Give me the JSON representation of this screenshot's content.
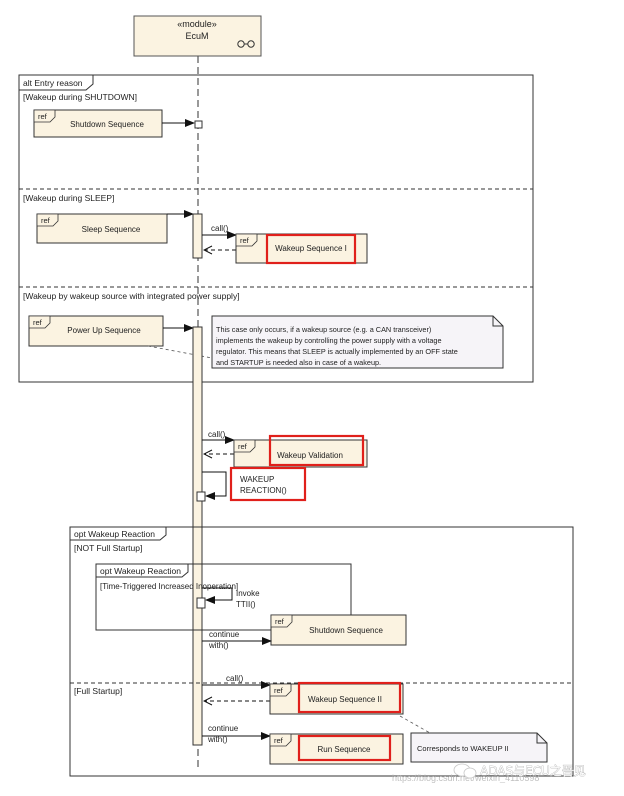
{
  "module": {
    "stereotype": "«module»",
    "name": "EcuM"
  },
  "alt_frame": {
    "label": "alt Entry reason",
    "guards": [
      "[Wakeup during SHUTDOWN]",
      "[Wakeup during SLEEP]",
      "[Wakeup by wakeup source with integrated power supply]"
    ]
  },
  "refs": {
    "keyword": "ref",
    "shutdown_seq": "Shutdown Sequence",
    "sleep_seq": "Sleep Sequence",
    "wakeup_seq_1": "Wakeup Sequence I",
    "power_up_seq": "Power Up Sequence",
    "wakeup_validation": "Wakeup Validation",
    "shutdown_seq_2": "Shutdown Sequence",
    "wakeup_seq_2": "Wakeup Sequence II",
    "run_seq": "Run Sequence"
  },
  "note_power": [
    "This case only occurs, if a wakeup source (e.g. a CAN transceiver)",
    "implements the wakeup by controlling the power supply with a voltage",
    "regulator. This means that SLEEP is actually implemented by an OFF state",
    "and STARTUP is needed also in case of a wakeup."
  ],
  "messages": {
    "call": "call()",
    "continue_line1": "continue",
    "continue_line2": "with()",
    "wakeup_reaction_line1": "WAKEUP",
    "wakeup_reaction_line2": "REACTION()",
    "invoke_line1": "Invoke",
    "invoke_line2": "TTII()"
  },
  "opt_frame": {
    "label": "opt Wakeup Reaction",
    "guard_not_full": "[NOT Full Startup]",
    "guard_full": "[Full Startup]"
  },
  "inner_opt": {
    "label": "opt Wakeup Reaction",
    "guard": "[Time-Triggered Increased Inoperation]"
  },
  "note_corresponds": "Corresponds to WAKEUP II",
  "watermark": {
    "url": "https://blog.csdn.net/weixin_4110598",
    "brand": "ADAS与ECU之吾见"
  },
  "colors": {
    "box_fill": "#fbf3e1",
    "line": "#1a1a1a",
    "highlight": "#e0201b",
    "note_fill": "#f6f4f8"
  }
}
